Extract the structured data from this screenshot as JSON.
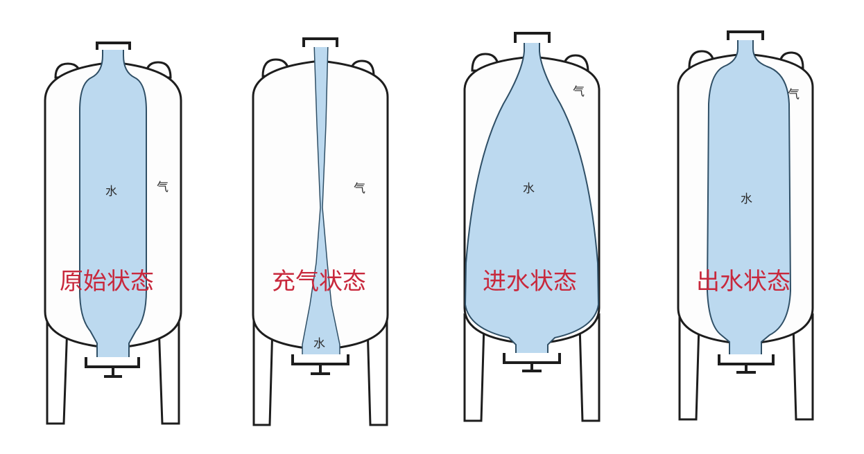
{
  "colors": {
    "water": "#bcd9ef",
    "outline": "#1d1d1d",
    "state_label": "#c8283c"
  },
  "tanks": [
    {
      "water_label": "水",
      "gas_label": "气",
      "state_label": "原始状态"
    },
    {
      "water_label": "水",
      "gas_label": "气",
      "state_label": "充气状态"
    },
    {
      "water_label": "水",
      "gas_label": "气",
      "state_label": "进水状态"
    },
    {
      "water_label": "水",
      "gas_label": "气",
      "state_label": "出水状态"
    }
  ]
}
